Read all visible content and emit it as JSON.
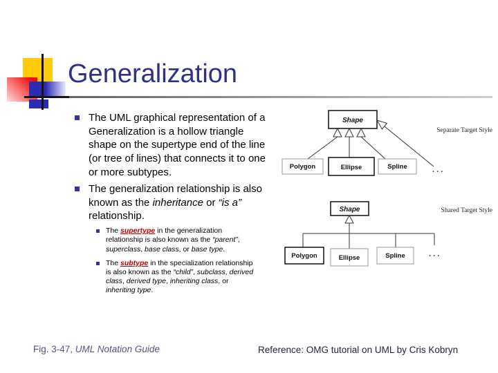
{
  "title": "Generalization",
  "colors": {
    "title_navy": "#2f3187",
    "bullet_navy": "#333399",
    "term_red": "#c00000",
    "deco_yellow": "#ffca08",
    "deco_red": "#f20d0d",
    "deco_blue": "#2b2bb4",
    "footer_left": "#55557a",
    "footer_right": "#23233f"
  },
  "bullets": {
    "b1": "The UML graphical representation of a Generalization is a hollow triangle shape on the supertype end of the line (or tree of lines) that connects it to one or more subtypes.",
    "b2": {
      "p1": "The generalization relationship is also known as the ",
      "i1": "inheritance",
      "p2": " or ",
      "i2": "“is a”",
      "p3": " relationship."
    }
  },
  "sub_bullets": {
    "s1": {
      "p1": "The ",
      "term": "supertype",
      "p2": " in the generalization relationship is also known as the ",
      "i1": "“parent”",
      "c1": ", ",
      "i2": "superclass",
      "c2": ", ",
      "i3": "base class",
      "c3": ", or ",
      "i4": "base type",
      "end": "."
    },
    "s2": {
      "p1": "The ",
      "term": "subtype",
      "p2": " in the specialization relationship is also known as the ",
      "i1": "“child”",
      "c1": ", ",
      "i2": "subclass",
      "c2": ", ",
      "i3": "derived class",
      "c3": ", ",
      "i4": "derived type",
      "c4": ", ",
      "i5": "inheriting class",
      "c5": ", or ",
      "i6": "inheriting type",
      "end": "."
    }
  },
  "diagram_separate": {
    "label": "Separate Target Style",
    "supertype": "Shape",
    "subtypes": [
      "Polygon",
      "Ellipse",
      "Spline"
    ],
    "ellipsis": ". . ."
  },
  "diagram_shared": {
    "label": "Shared Target Style",
    "supertype": "Shape",
    "subtypes": [
      "Polygon",
      "Ellipse",
      "Spline"
    ],
    "ellipsis": ". . ."
  },
  "footer": {
    "fig_prefix": "Fig. 3-47, ",
    "fig_title": "UML Notation Guide",
    "reference": "Reference: OMG tutorial on UML by Cris Kobryn"
  }
}
